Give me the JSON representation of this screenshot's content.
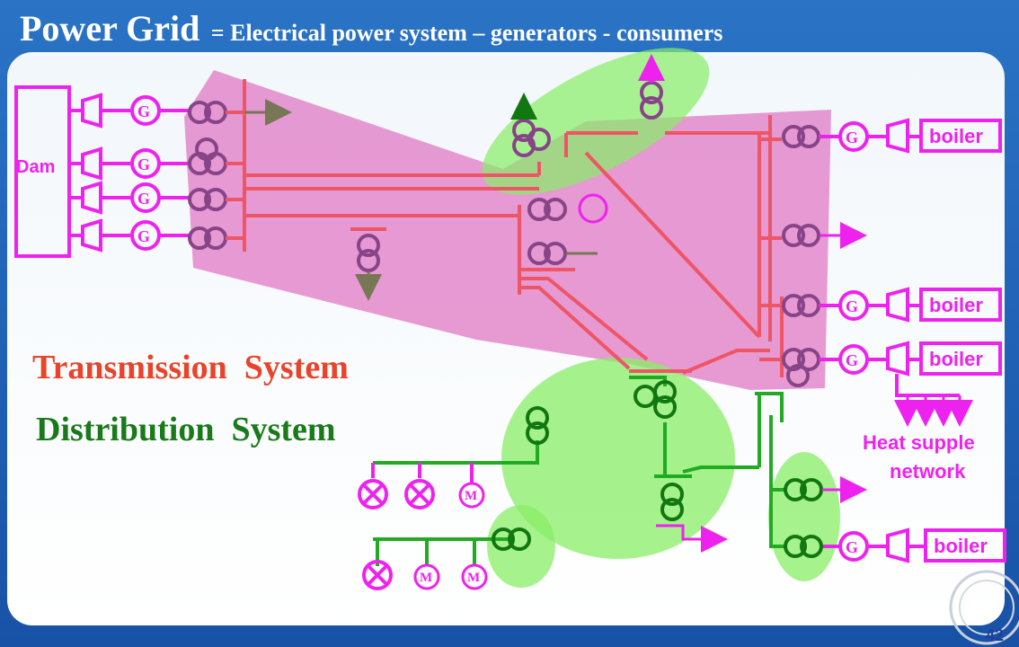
{
  "slide": {
    "title": "Power Grid",
    "subtitle": "= Electrical power system – generators - consumers",
    "page_number": "42"
  },
  "labels": {
    "dam": "Dam",
    "transmission": "Transmission  System",
    "distribution": "Distribution  System",
    "heat_line1": "Heat supple",
    "heat_line2": "network",
    "boiler": "boiler",
    "generator": "G",
    "motor": "M"
  },
  "colors": {
    "background": "#1f63b4",
    "panel": "#ffffff",
    "transmission_region": "#dd66bb",
    "distribution_region": "#88ee66",
    "transmission_line": "#ee5566",
    "distribution_line": "#22aa22",
    "equipment": "#ee22ee",
    "transformer": "#884488",
    "transmission_label": "#e8442a",
    "distribution_label": "#1a7a1a"
  },
  "icons": {
    "generator": "generator-icon",
    "transformer": "transformer-icon",
    "boiler": "boiler-icon",
    "turbine": "turbine-icon",
    "motor": "motor-icon",
    "lamp_load": "lamp-load-icon",
    "arrow": "arrow-icon"
  }
}
